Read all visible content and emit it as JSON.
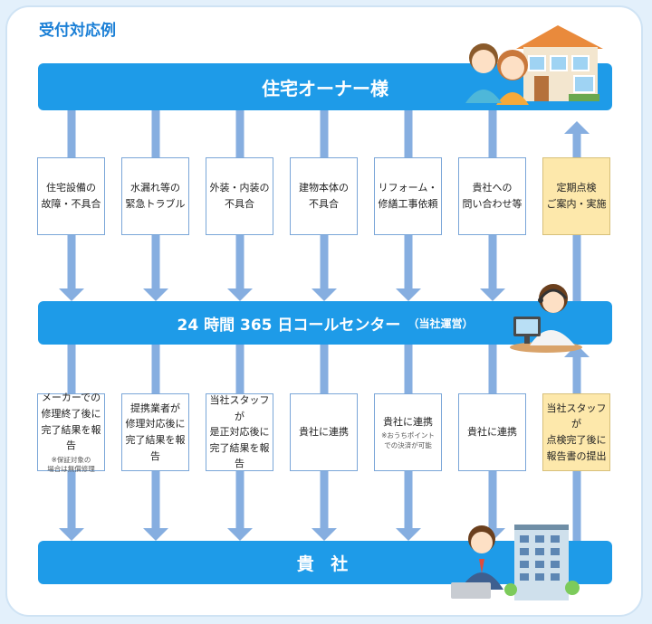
{
  "title": "受付対応例",
  "owner_bar": "住宅オーナー様",
  "call_center": {
    "main": "24 時間 365 日コールセンター",
    "sub": "（当社運営）"
  },
  "company_bar": "貴 社",
  "row1": [
    [
      "住宅設備の",
      "故障・不具合"
    ],
    [
      "水漏れ等の",
      "緊急トラブル"
    ],
    [
      "外装・内装の",
      "不具合"
    ],
    [
      "建物本体の",
      "不具合"
    ],
    [
      "リフォーム・",
      "修繕工事依頼"
    ],
    [
      "貴社への",
      "問い合わせ等"
    ],
    [
      "定期点検",
      "ご案内・実施"
    ]
  ],
  "row2": [
    {
      "lines": [
        "メーカーでの",
        "修理終了後に",
        "完了結果を報告"
      ],
      "note": [
        "※保証対象の",
        "場合は無償修理"
      ]
    },
    {
      "lines": [
        "提携業者が",
        "修理対応後に",
        "完了結果を報告"
      ],
      "note": []
    },
    {
      "lines": [
        "当社スタッフが",
        "是正対応後に",
        "完了結果を報告"
      ],
      "note": []
    },
    {
      "lines": [
        "貴社に連携"
      ],
      "note": []
    },
    {
      "lines": [
        "貴社に連携"
      ],
      "note": [
        "※おうちポイント",
        "での決済が可能"
      ]
    },
    {
      "lines": [
        "貴社に連携"
      ],
      "note": []
    },
    {
      "lines": [
        "当社スタッフが",
        "点検完了後に",
        "報告書の提出"
      ],
      "note": []
    }
  ],
  "colors": {
    "bar": "#1e9be8",
    "arrow": "#86aee0",
    "highlight": "#fde8ab",
    "title": "#1a7fd6"
  }
}
